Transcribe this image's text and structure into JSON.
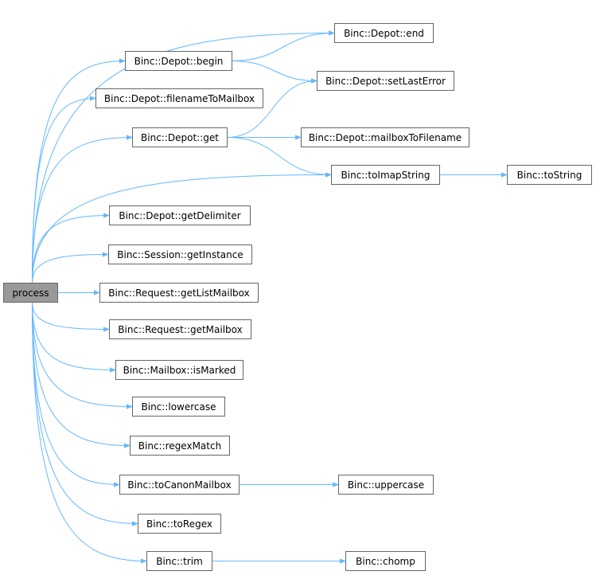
{
  "graph": {
    "edge_color": "#63b8ff",
    "root_fill": "#999999",
    "node_border": "#666666",
    "nodes": [
      {
        "id": "process",
        "label": "process",
        "root": true
      },
      {
        "id": "begin",
        "label": "Binc::Depot::begin"
      },
      {
        "id": "end",
        "label": "Binc::Depot::end"
      },
      {
        "id": "setLastError",
        "label": "Binc::Depot::setLastError"
      },
      {
        "id": "filenameToMailbox",
        "label": "Binc::Depot::filenameToMailbox"
      },
      {
        "id": "get",
        "label": "Binc::Depot::get"
      },
      {
        "id": "mailboxToFilename",
        "label": "Binc::Depot::mailboxToFilename"
      },
      {
        "id": "toImapString",
        "label": "Binc::toImapString"
      },
      {
        "id": "toString",
        "label": "Binc::toString"
      },
      {
        "id": "getDelimiter",
        "label": "Binc::Depot::getDelimiter"
      },
      {
        "id": "getInstance",
        "label": "Binc::Session::getInstance"
      },
      {
        "id": "getListMailbox",
        "label": "Binc::Request::getListMailbox"
      },
      {
        "id": "getMailbox",
        "label": "Binc::Request::getMailbox"
      },
      {
        "id": "isMarked",
        "label": "Binc::Mailbox::isMarked"
      },
      {
        "id": "lowercase",
        "label": "Binc::lowercase"
      },
      {
        "id": "regexMatch",
        "label": "Binc::regexMatch"
      },
      {
        "id": "toCanonMailbox",
        "label": "Binc::toCanonMailbox"
      },
      {
        "id": "uppercase",
        "label": "Binc::uppercase"
      },
      {
        "id": "toRegex",
        "label": "Binc::toRegex"
      },
      {
        "id": "trim",
        "label": "Binc::trim"
      },
      {
        "id": "chomp",
        "label": "Binc::chomp"
      }
    ],
    "edges": [
      [
        "process",
        "end"
      ],
      [
        "process",
        "begin"
      ],
      [
        "process",
        "filenameToMailbox"
      ],
      [
        "process",
        "get"
      ],
      [
        "process",
        "toImapString"
      ],
      [
        "process",
        "getDelimiter"
      ],
      [
        "process",
        "getInstance"
      ],
      [
        "process",
        "getListMailbox"
      ],
      [
        "process",
        "getMailbox"
      ],
      [
        "process",
        "isMarked"
      ],
      [
        "process",
        "lowercase"
      ],
      [
        "process",
        "regexMatch"
      ],
      [
        "process",
        "toCanonMailbox"
      ],
      [
        "process",
        "toRegex"
      ],
      [
        "process",
        "trim"
      ],
      [
        "begin",
        "end"
      ],
      [
        "begin",
        "setLastError"
      ],
      [
        "get",
        "setLastError"
      ],
      [
        "get",
        "mailboxToFilename"
      ],
      [
        "get",
        "toImapString"
      ],
      [
        "toImapString",
        "toString"
      ],
      [
        "toCanonMailbox",
        "uppercase"
      ],
      [
        "trim",
        "chomp"
      ]
    ]
  }
}
